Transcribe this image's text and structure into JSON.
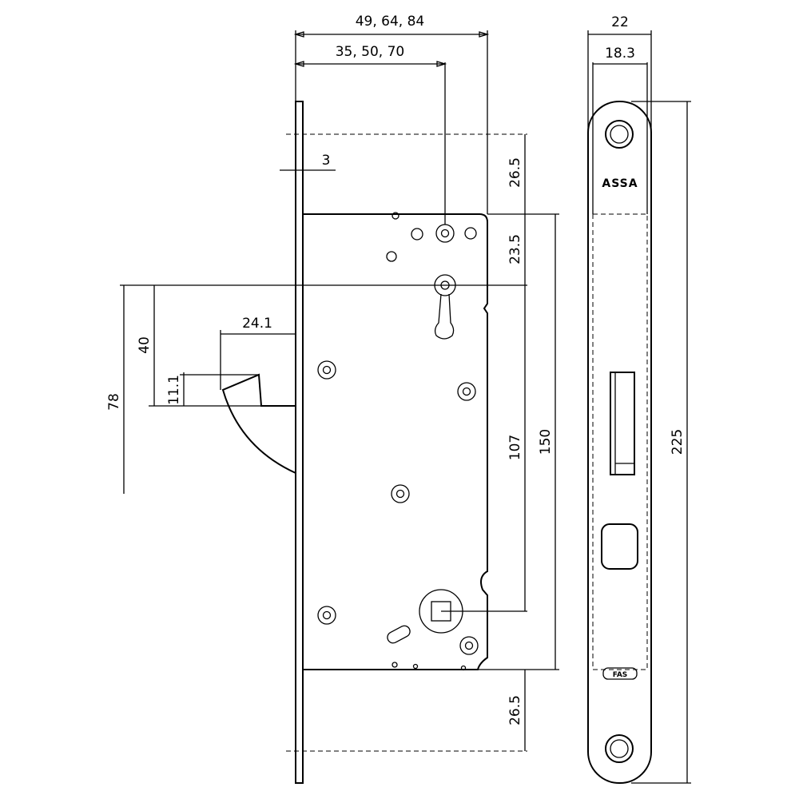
{
  "dimensions": {
    "backset_total": "49, 64, 84",
    "backset": "35, 50, 70",
    "faceplate_thickness": "3",
    "top_offset": "26.5",
    "spindle_offset": "23.5",
    "latch_projection": "24.1",
    "latch_height": "40",
    "latch_small": "11.1",
    "latch_total": "78",
    "center_distance": "107",
    "case_height": "150",
    "bottom_offset": "26.5",
    "plate_width": "22",
    "plate_inner": "18.3",
    "plate_length": "225"
  },
  "labels": {
    "brand": "ASSA",
    "bottom_mark": "FAS"
  }
}
